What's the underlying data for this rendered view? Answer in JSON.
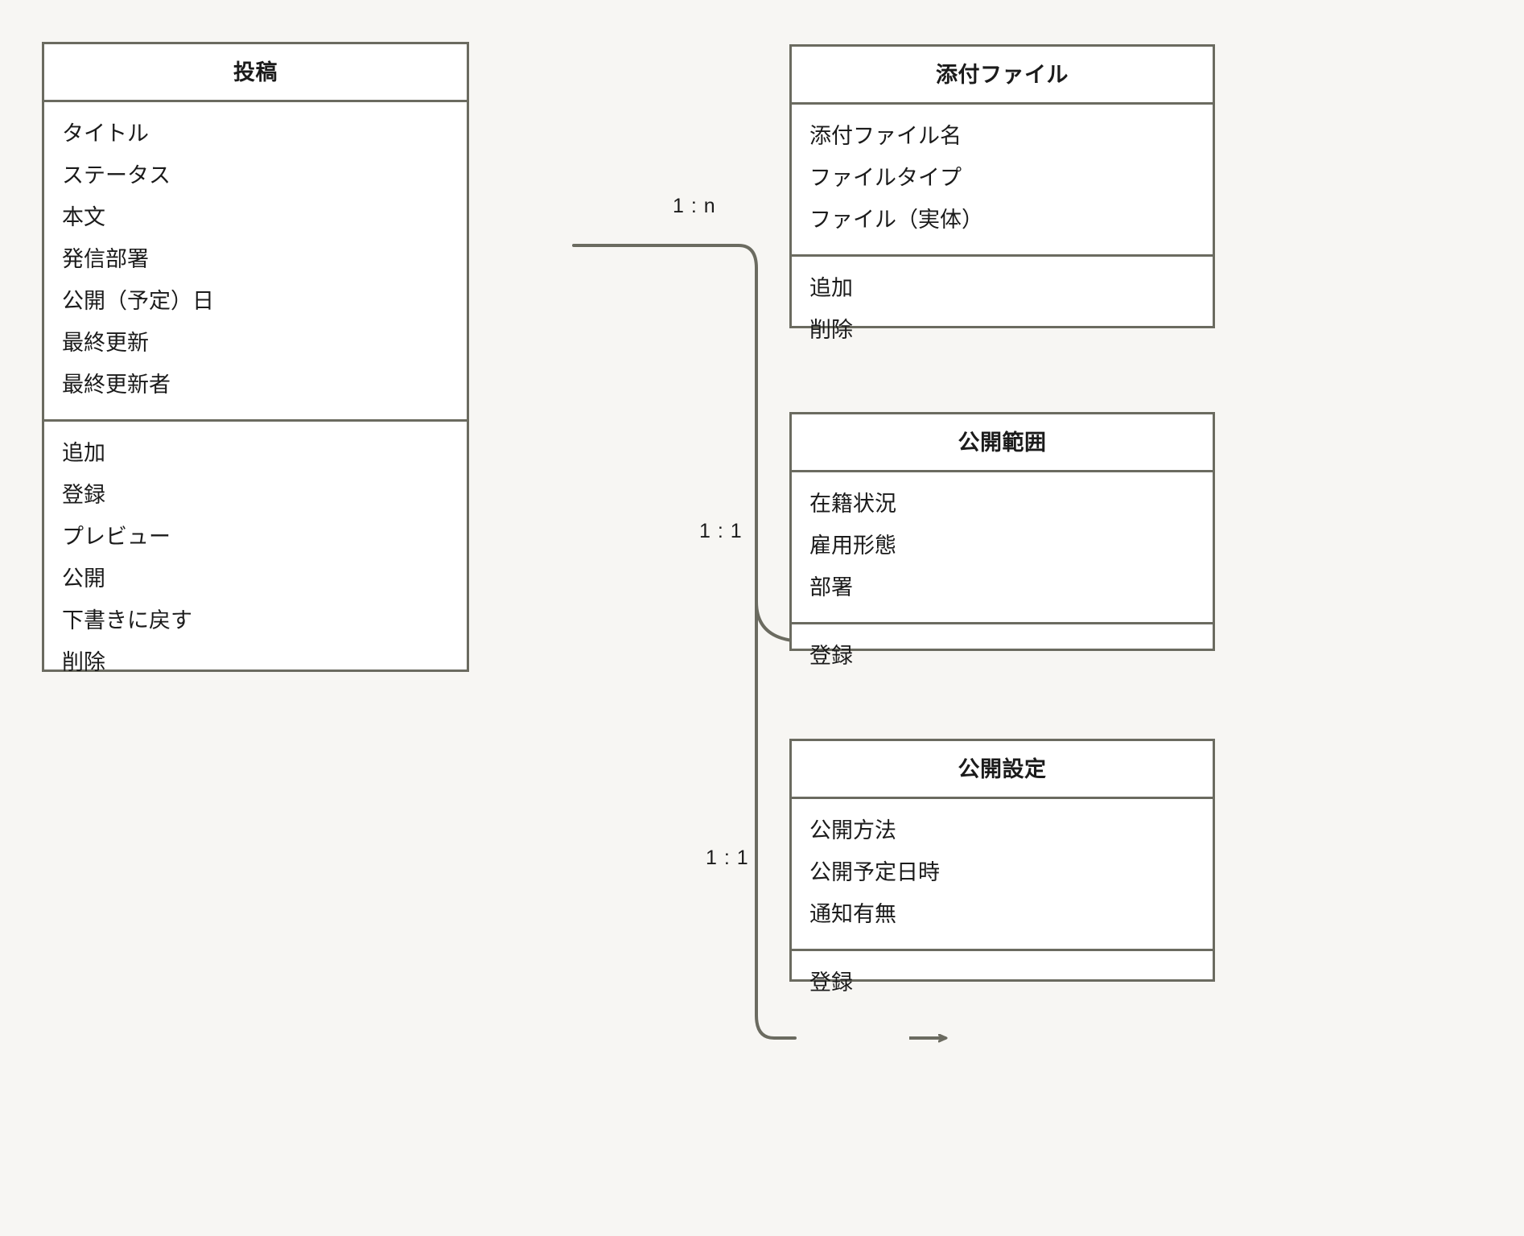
{
  "diagram": {
    "type": "class-diagram",
    "background_color": "#f7f6f3",
    "border_color": "#6b6b60",
    "box_fill": "#ffffff",
    "text_color": "#1b1b1b"
  },
  "classes": [
    {
      "id": "post",
      "title": "投稿",
      "attributes": [
        "タイトル",
        "ステータス",
        "本文",
        "発信部署",
        "公開（予定）日",
        "最終更新",
        "最終更新者"
      ],
      "operations": [
        "追加",
        "登録",
        "プレビュー",
        "公開",
        "下書きに戻す",
        "削除"
      ]
    },
    {
      "id": "attachment",
      "title": "添付ファイル",
      "attributes": [
        "添付ファイル名",
        "ファイルタイプ",
        "ファイル（実体）"
      ],
      "operations": [
        "追加",
        "削除"
      ]
    },
    {
      "id": "scope",
      "title": "公開範囲",
      "attributes": [
        "在籍状況",
        "雇用形態",
        "部署"
      ],
      "operations": [
        "登録"
      ]
    },
    {
      "id": "settings",
      "title": "公開設定",
      "attributes": [
        "公開方法",
        "公開予定日時",
        "通知有無"
      ],
      "operations": [
        "登録"
      ]
    }
  ],
  "relations": [
    {
      "id": "post-attachment",
      "from": "post",
      "to": "attachment",
      "label": "1 : n"
    },
    {
      "id": "post-scope",
      "from": "post",
      "to": "scope",
      "label": "1 : 1"
    },
    {
      "id": "post-settings",
      "from": "post",
      "to": "settings",
      "label": "1 : 1"
    }
  ]
}
